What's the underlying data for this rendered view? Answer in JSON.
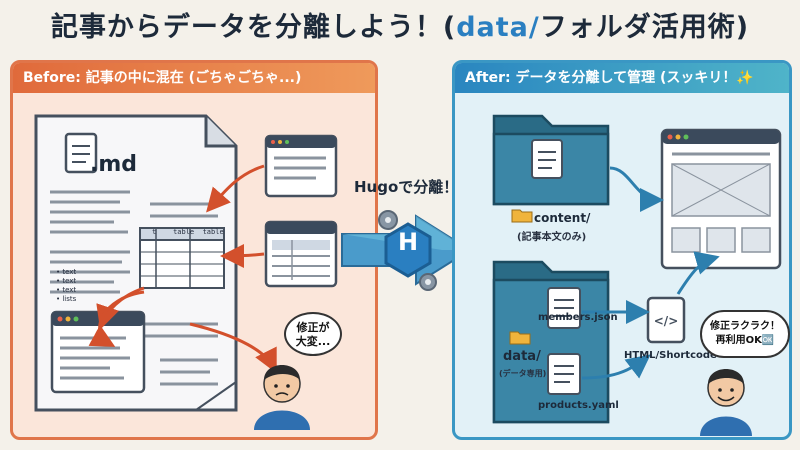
{
  "title": {
    "prefix": "記事からデータを分離しよう！(",
    "highlight": "data/",
    "suffix": "フォルダ活用術)"
  },
  "before": {
    "header": "Before: 記事の中に混在 (ごちゃごちゃ...)",
    "file_label": ".md",
    "table_headers": [
      "t",
      "table",
      "table"
    ],
    "list_items": [
      "text",
      "text",
      "text",
      "lists"
    ],
    "bubble_line1": "修正が",
    "bubble_line2": "大変..."
  },
  "center": {
    "caption": "Hugoで分離！",
    "logo_letter": "H"
  },
  "after": {
    "header": "After: データを分離して管理 (スッキリ！✨",
    "content_folder": "content/",
    "content_sub": "(記事本文のみ)",
    "data_folder": "data/",
    "data_sub": "(データ専用)",
    "file_members": "members.json",
    "file_products": "products.yaml",
    "code_label": "HTML/Shortcode",
    "code_glyph": "</>",
    "bubble_line1": "修正ラクラク！",
    "bubble_line2": "再利用OK🆗"
  },
  "colors": {
    "before_accent": "#e0754a",
    "after_accent": "#3a97c4",
    "folder": "#2a6b86",
    "hugo": "#2a7fc1"
  }
}
